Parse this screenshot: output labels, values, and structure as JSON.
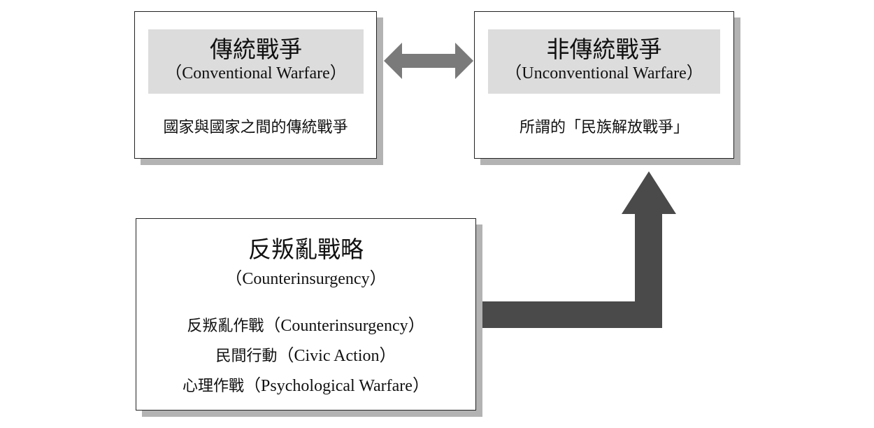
{
  "conventional": {
    "title_zh": "傳統戰爭",
    "title_en": "（Conventional Warfare）",
    "description": "國家與國家之間的傳統戰爭"
  },
  "unconventional": {
    "title_zh": "非傳統戰爭",
    "title_en": "（Unconventional Warfare）",
    "description": "所謂的「民族解放戰爭」"
  },
  "counterinsurgency": {
    "title_zh": "反叛亂戰略",
    "title_en": "（Counterinsurgency）",
    "items": [
      {
        "zh": "反叛亂作戰",
        "en": "（Counterinsurgency）"
      },
      {
        "zh": "民間行動",
        "en": "（Civic Action）"
      },
      {
        "zh": "心理作戰",
        "en": "（Psychological Warfare）"
      }
    ]
  },
  "colors": {
    "band": "#dcdcdc",
    "shadow": "#b3b3b3",
    "double_arrow": "#7a7a7a",
    "elbow_arrow": "#4a4a4a"
  },
  "icons": {
    "double_arrow": "double-headed-arrow-icon",
    "elbow_arrow": "elbow-up-arrow-icon"
  }
}
